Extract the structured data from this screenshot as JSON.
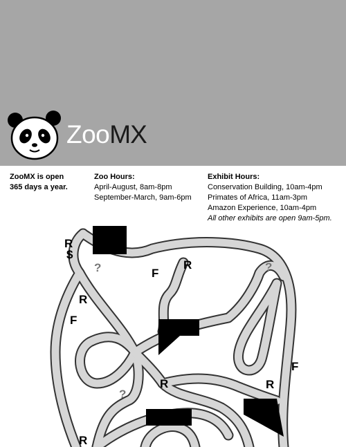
{
  "brand": {
    "logo_text_part1": "Zoo",
    "logo_text_part2": "MX",
    "logo_icon": "panda-face-icon"
  },
  "info": {
    "open": {
      "line1": "ZooMX is open",
      "line2": "365 days a year."
    },
    "zoo_hours": {
      "title": "Zoo Hours:",
      "lines": [
        "April-August, 8am-8pm",
        "September-March, 9am-6pm"
      ]
    },
    "exhibit_hours": {
      "title": "Exhibit Hours:",
      "lines": [
        "Conservation Building, 10am-4pm",
        "Primates of Africa, 11am-3pm",
        "Amazon Experience, 10am-4pm"
      ],
      "note": "All other exhibits are open 9am-5pm."
    }
  },
  "map": {
    "markers": {
      "R": "R",
      "dollar": "$",
      "F": "F",
      "question": "?"
    }
  },
  "colors": {
    "header_bg": "#a6a6a6",
    "path_fill": "#d6d6d6",
    "path_outline": "#333333",
    "building": "#000000",
    "question_mark": "#777777"
  }
}
